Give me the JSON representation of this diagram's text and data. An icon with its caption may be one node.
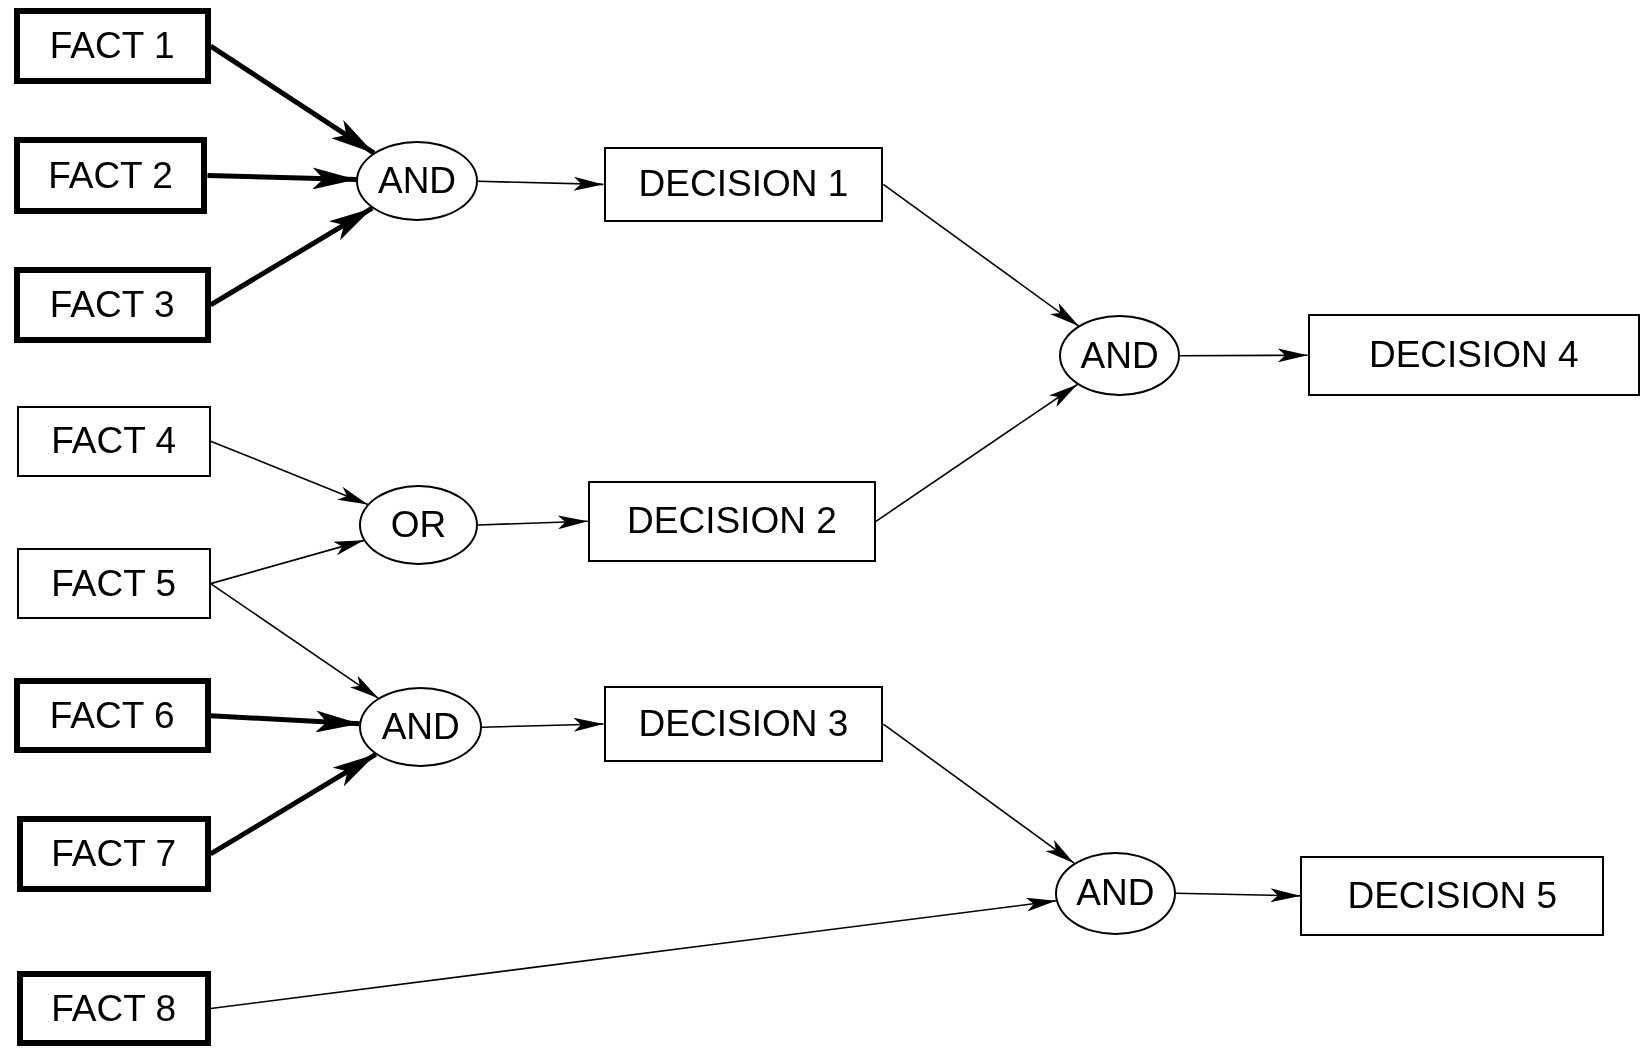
{
  "diagram": {
    "nodes": [
      {
        "text": [
          "FACT 1"
        ]
      },
      {
        "text": [
          "FACT 2"
        ]
      },
      {
        "text": [
          "FACT 3"
        ]
      },
      {
        "text": [
          "FACT 4"
        ]
      },
      {
        "text": [
          "FACT 5"
        ]
      },
      {
        "text": [
          "FACT 6"
        ]
      },
      {
        "text": [
          "FACT 7"
        ]
      },
      {
        "text": [
          "FACT 8"
        ]
      },
      {
        "text": [
          "AND"
        ]
      },
      {
        "text": [
          "OR"
        ]
      },
      {
        "text": [
          "AND"
        ]
      },
      {
        "text": [
          "DECISION 1"
        ]
      },
      {
        "text": [
          "DECISION 2"
        ]
      },
      {
        "text": [
          "DECISION 3"
        ]
      },
      {
        "text": [
          "AND"
        ]
      },
      {
        "text": [
          "AND"
        ]
      },
      {
        "text": [
          "DECISION 4"
        ]
      },
      {
        "text": [
          "DECISION 5"
        ]
      }
    ],
    "edges": [
      {
        "from": 0,
        "to": 8,
        "arrow": "to",
        "style": "thick"
      },
      {
        "from": 1,
        "to": 8,
        "arrow": "to",
        "style": "thick"
      },
      {
        "from": 2,
        "to": 8,
        "arrow": "to",
        "style": "thick"
      },
      {
        "from": 3,
        "to": 9,
        "arrow": "to"
      },
      {
        "from": 4,
        "to": 9,
        "arrow": "to"
      },
      {
        "from": 4,
        "to": 10,
        "arrow": "to"
      },
      {
        "from": 5,
        "to": 10,
        "arrow": "to",
        "style": "thick"
      },
      {
        "from": 6,
        "to": 10,
        "arrow": "to",
        "style": "thick"
      },
      {
        "from": 8,
        "to": 11,
        "arrow": "to"
      },
      {
        "from": 9,
        "to": 12,
        "arrow": "to"
      },
      {
        "from": 10,
        "to": 13,
        "arrow": "to"
      },
      {
        "from": 11,
        "to": 14,
        "arrow": "to"
      },
      {
        "from": 12,
        "to": 14,
        "arrow": "to"
      },
      {
        "from": 13,
        "to": 15,
        "arrow": "to"
      },
      {
        "from": 7,
        "to": 15,
        "arrow": "to"
      },
      {
        "from": 14,
        "to": 16,
        "arrow": "to"
      },
      {
        "from": 15,
        "to": 17,
        "arrow": "to"
      }
    ]
  }
}
